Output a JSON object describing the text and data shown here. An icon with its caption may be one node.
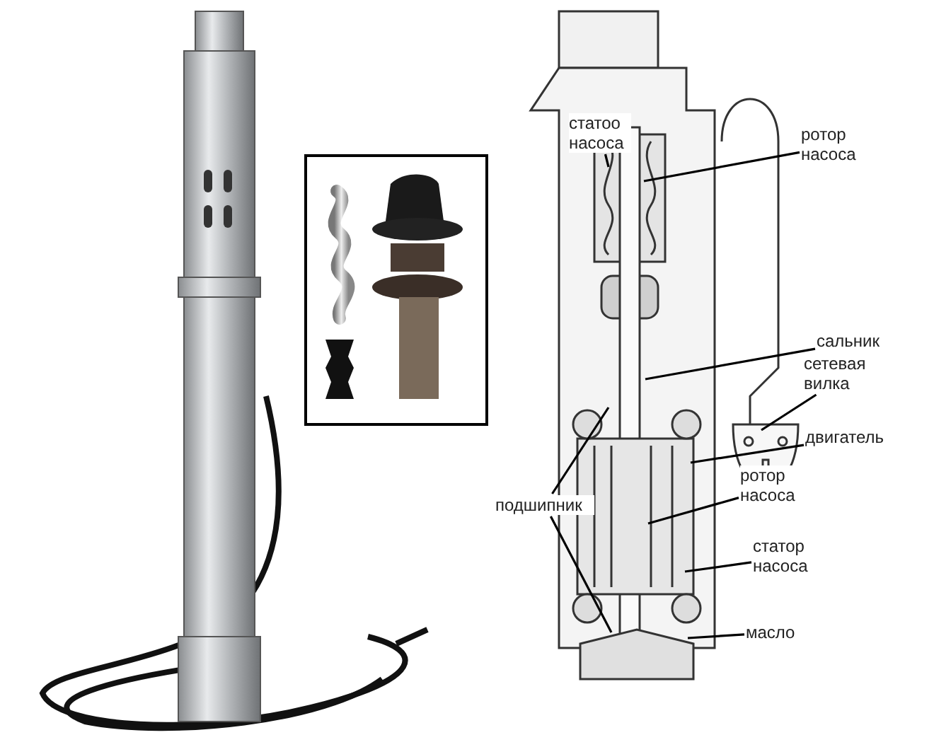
{
  "diagram": {
    "nodes": [
      {
        "text": [
          "статоо насоса"
        ]
      },
      {
        "text": [
          "ротор насоса"
        ]
      },
      {
        "text": [
          "сальник"
        ]
      },
      {
        "text": [
          "сетевая вилка"
        ]
      },
      {
        "text": [
          "двигатель"
        ]
      },
      {
        "text": [
          "подшипник"
        ]
      },
      {
        "text": [
          "ротор насоса"
        ]
      },
      {
        "text": [
          "статор насоса"
        ]
      },
      {
        "text": [
          "масло"
        ]
      }
    ],
    "edges": [
      {
        "from": 0,
        "to": null,
        "arrow": "none"
      },
      {
        "from": 1,
        "to": null,
        "arrow": "none"
      },
      {
        "from": 2,
        "to": null,
        "arrow": "none"
      },
      {
        "from": 3,
        "to": null,
        "arrow": "none"
      },
      {
        "from": 4,
        "to": null,
        "arrow": "none"
      },
      {
        "from": 5,
        "to": null,
        "arrow": "none"
      },
      {
        "from": 5,
        "to": null,
        "arrow": "none"
      },
      {
        "from": 6,
        "to": null,
        "arrow": "none"
      },
      {
        "from": 7,
        "to": null,
        "arrow": "none"
      },
      {
        "from": 8,
        "to": null,
        "arrow": "none"
      }
    ]
  }
}
